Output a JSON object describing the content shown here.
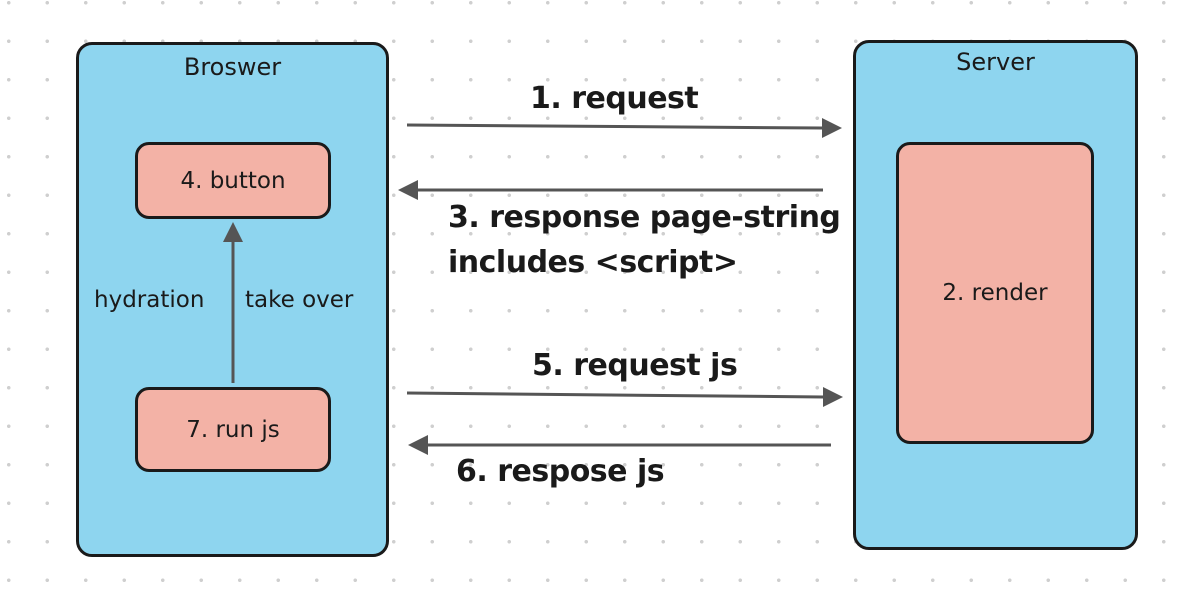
{
  "browser": {
    "title": "Broswer",
    "button_box": "4. button",
    "runjs_box": "7. run js",
    "hydration_label": "hydration",
    "takeover_label": "take over"
  },
  "server": {
    "title": "Server",
    "render_box": "2. render"
  },
  "messages": {
    "request": "1. request",
    "response_line1": "3. response page-string",
    "response_line2": "includes <script>",
    "request_js": "5. request js",
    "response_js": "6. respose js"
  },
  "colors": {
    "panel": "#8ed5ef",
    "box": "#f3b2a6",
    "arrow": "#555555",
    "border": "#1a1a1a"
  }
}
